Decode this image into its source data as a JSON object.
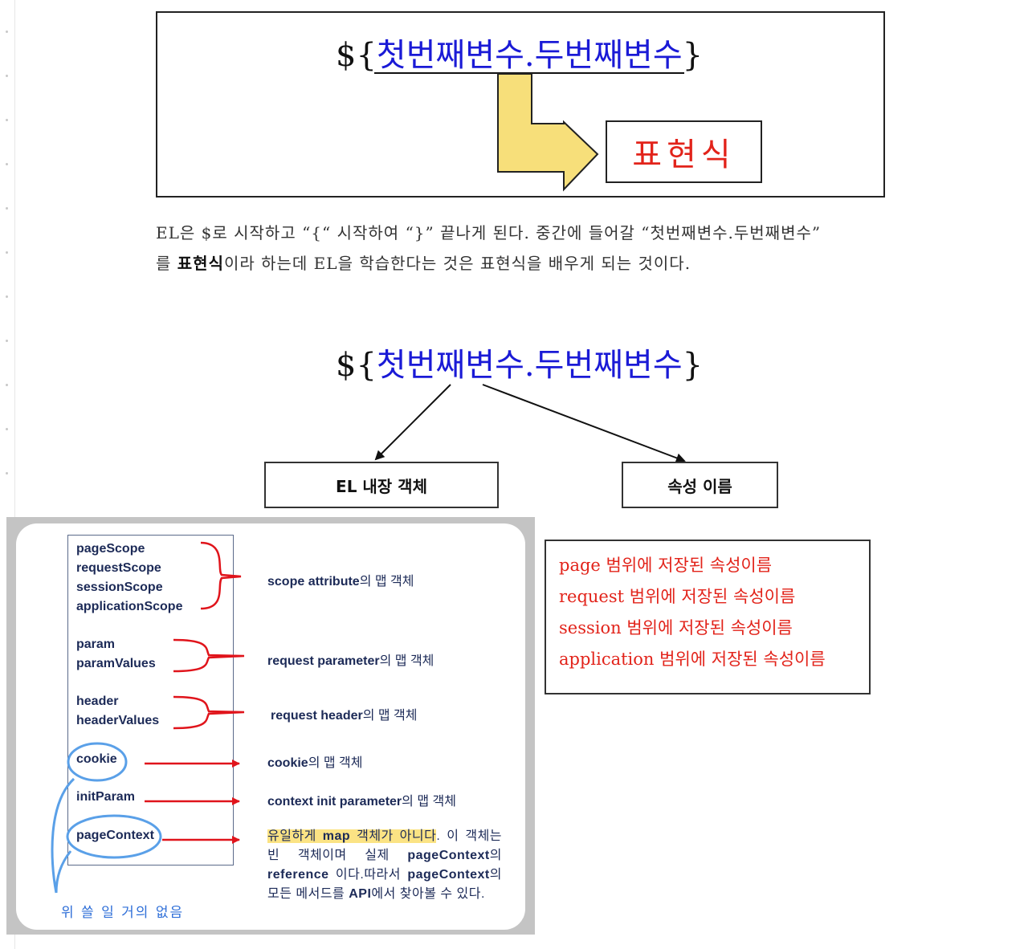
{
  "top_diagram": {
    "formula_prefix": "${",
    "formula_first": "첫번째변수",
    "formula_dot": ".",
    "formula_second": "두번째변수",
    "formula_suffix": "}",
    "expression_label": "표현식",
    "arrow_color": "#f7df7a"
  },
  "paragraph": {
    "line1": "EL은 $로 시작하고 “{“ 시작하여 “}” 끝나게 된다. 중간에 들어갈 “첫번째변수.두번째변수”",
    "line2_pre": "를 ",
    "line2_bold": "표현식",
    "line2_post": "이라 하는데 EL을 학습한다는 것은 표현식을 배우게 되는 것이다."
  },
  "middle_diagram": {
    "formula_prefix": "${",
    "formula_first": "첫번째변수",
    "formula_dot": ".",
    "formula_second": "두번째변수",
    "formula_suffix": "}",
    "left_box": "EL 내장 객체",
    "right_box": "속성 이름",
    "attribute_lines": [
      "page 범위에 저장된 속성이름",
      "request 범위에 저장된 속성이름",
      "session 범위에 저장된 속성이름",
      "application 범위에 저장된 속성이름"
    ]
  },
  "implicit_objects": {
    "scope_items": [
      "pageScope",
      "requestScope",
      "sessionScope",
      "applicationScope"
    ],
    "param_items": [
      "param",
      "paramValues"
    ],
    "header_items": [
      "header",
      "headerValues"
    ],
    "cookie": "cookie",
    "init_param": "initParam",
    "page_context": "pageContext",
    "desc_scope": {
      "bold": "scope attribute",
      "rest": "의 맵 객체"
    },
    "desc_param": {
      "bold": "request parameter",
      "rest": "의 맵 객체"
    },
    "desc_header": {
      "bold": "request header",
      "rest": "의 맵 객체"
    },
    "desc_cookie": {
      "bold": "cookie",
      "rest": "의 맵 객체"
    },
    "desc_init": {
      "bold": "context init parameter",
      "rest": "의 맵 객체"
    },
    "note": {
      "p1": "유일하게 ",
      "p2": "map",
      "p3": " 객체가 아니다",
      "p4": ". 이 객체는 빈 객체이며 실제 ",
      "p5": "pageContext",
      "p6": "의 ",
      "p7": "reference",
      "p8": " 이다.따라서 ",
      "p9": "pageContext",
      "p10": "의 모든 메서드를 ",
      "p11": "API",
      "p12": "에서 찾아볼 수 있다."
    },
    "handwritten_note": "위 쓸 일 거의 없음",
    "brace_color": "#e0141b",
    "circle_color": "#5aa0e8"
  }
}
